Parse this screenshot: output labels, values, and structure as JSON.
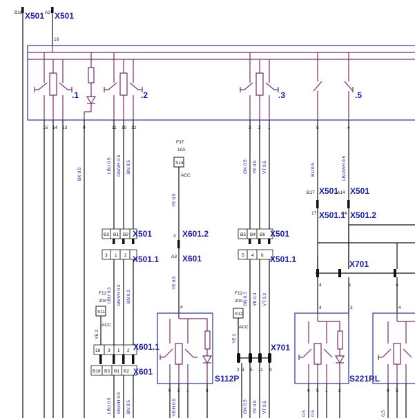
{
  "connectors": {
    "x501_top_a": "X501",
    "x501_top_b": "X501",
    "x501_left": "X501",
    "x501_1_left": "X501.1",
    "x601_2": "X601.2",
    "x601": "X601",
    "x501_mid": "X501",
    "x501_1_mid": "X501.1",
    "x601_1_low": "X601.1",
    "x601_low": "X601",
    "x701_mid": "X701",
    "x501_right_a": "X501",
    "x501_right_b": "X501",
    "x501_1_right": "X501.1",
    "x501_2_right": "X501.2",
    "x701_right": "X701"
  },
  "pins": {
    "b18_top": "B18",
    "a3_top": "A3",
    "bus_16": "16",
    "relay_pins": [
      "15",
      "14",
      "13",
      "9",
      "11",
      "10",
      "12",
      "3",
      "2",
      "1",
      "5",
      "4"
    ],
    "x501_left_pins": [
      "B3",
      "B1",
      "B2"
    ],
    "x501_1_left_pins": [
      "3",
      "1",
      "2"
    ],
    "x601_2_pin": "3",
    "x601_pin": "A3",
    "x501_mid_pins": [
      "B5",
      "B4",
      "B6"
    ],
    "x501_1_mid_pins": [
      "5",
      "4",
      "6"
    ],
    "x601_1_low_pins": [
      "18",
      "3",
      "1",
      "2"
    ],
    "x601_low_pins": [
      "B18",
      "B3",
      "B1",
      "B2"
    ],
    "s112p_top_pin": "4",
    "x701_mid_pins": [
      "2",
      "3",
      "5",
      "11",
      "9"
    ],
    "x501_right_a_pins": [
      "B17",
      "17"
    ],
    "x501_right_b_pins": [
      "A14",
      "14"
    ],
    "x701_right_pins_a": [
      "4",
      "1"
    ],
    "x701_right_pins_b": [
      "4",
      "3"
    ],
    "s112p_bottom_pins": [
      "6",
      "5",
      "1",
      "3"
    ],
    "s221rl_bottom_pins": [
      "6",
      "5",
      "1",
      "2"
    ],
    "far_right_pins": [
      "6",
      "5"
    ]
  },
  "switches": {
    "k1": ".1",
    "k2": ".2",
    "k3": ".3",
    "k5": ".5"
  },
  "fuses": {
    "f37": {
      "name": "F37",
      "rating": "10A",
      "box": "S14",
      "label": "ACC"
    },
    "f12_left": {
      "name": "F12",
      "rating": "20A",
      "box": "S11",
      "label": "ACC"
    },
    "f12_mid": {
      "name": "F12",
      "rating": "20A",
      "box": "S12",
      "label": "ACC"
    }
  },
  "components": {
    "s112p": "S112P",
    "s221rl": "S221RL"
  },
  "wires": {
    "bk05": "BK 0.5",
    "lbu05_a": "LBU 0.5",
    "gnvh05_a": "GN/VH 0.5",
    "bn05_a": "BN 0.5",
    "ye05_a": "YE 0.5",
    "gn05_a": "GN 0.5",
    "ye05_b": "YE 0.5",
    "vt05_a": "VT 0.5",
    "bu05": "BU 0.5",
    "lbuwh05": "LBU/WH 0.5",
    "ye2": "YE 2",
    "lbu03": "LBU 0.3",
    "gnvh03": "GN/VH 0.3",
    "bn03": "BN 0.3",
    "ye05_c": "YE 0.5",
    "ye2_b": "YE 2",
    "gn03": "GN 0.3",
    "ye03": "YE 0.3",
    "vt03": "VT 0.3",
    "lbu05_b": "LBU 0.5",
    "gnvh05_b": "GN/VH 0.5",
    "bn05_b": "BN 0.5",
    "yeh05": "YE/H 0.5",
    "gn05_b": "GN 0.5",
    "ye05_d": "YE 0.5",
    "vt05_b": "VT 0.5",
    "x05_a": "0.5",
    "x05_b": "0.5",
    "x05_c": "0.5"
  }
}
